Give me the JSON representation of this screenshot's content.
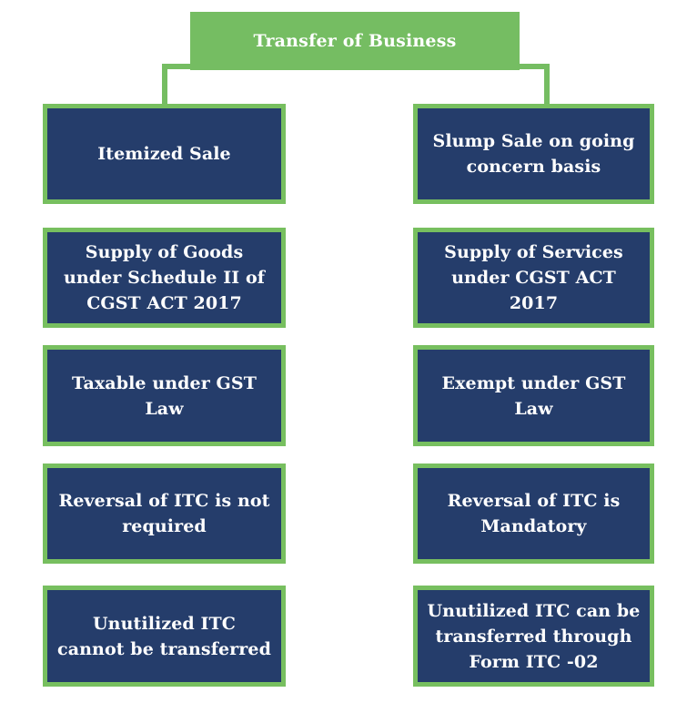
{
  "title": "Transfer of Business",
  "colors": {
    "title_fill": "#75bd62",
    "box_fill": "#253d6b",
    "box_border": "#77bf5f",
    "text": "#ffffff"
  },
  "left_column": [
    "Itemized Sale",
    "Supply of Goods under Schedule II of CGST ACT 2017",
    "Taxable under GST Law",
    "Reversal of ITC is not required",
    "Unutilized ITC cannot be transferred"
  ],
  "right_column": [
    "Slump Sale on going concern basis",
    "Supply of Services under CGST ACT 2017",
    "Exempt under GST Law",
    "Reversal of ITC is Mandatory",
    "Unutilized ITC can be transferred through Form ITC -02"
  ]
}
